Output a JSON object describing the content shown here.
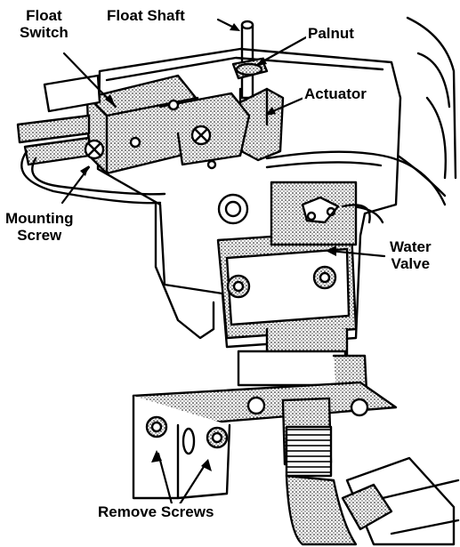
{
  "labels": {
    "float_switch": "Float\nSwitch",
    "float_shaft": "Float Shaft",
    "palnut": "Palnut",
    "actuator": "Actuator",
    "mounting_screw": "Mounting\nScrew",
    "water_valve": "Water\nValve",
    "remove_screws": "Remove Screws"
  }
}
